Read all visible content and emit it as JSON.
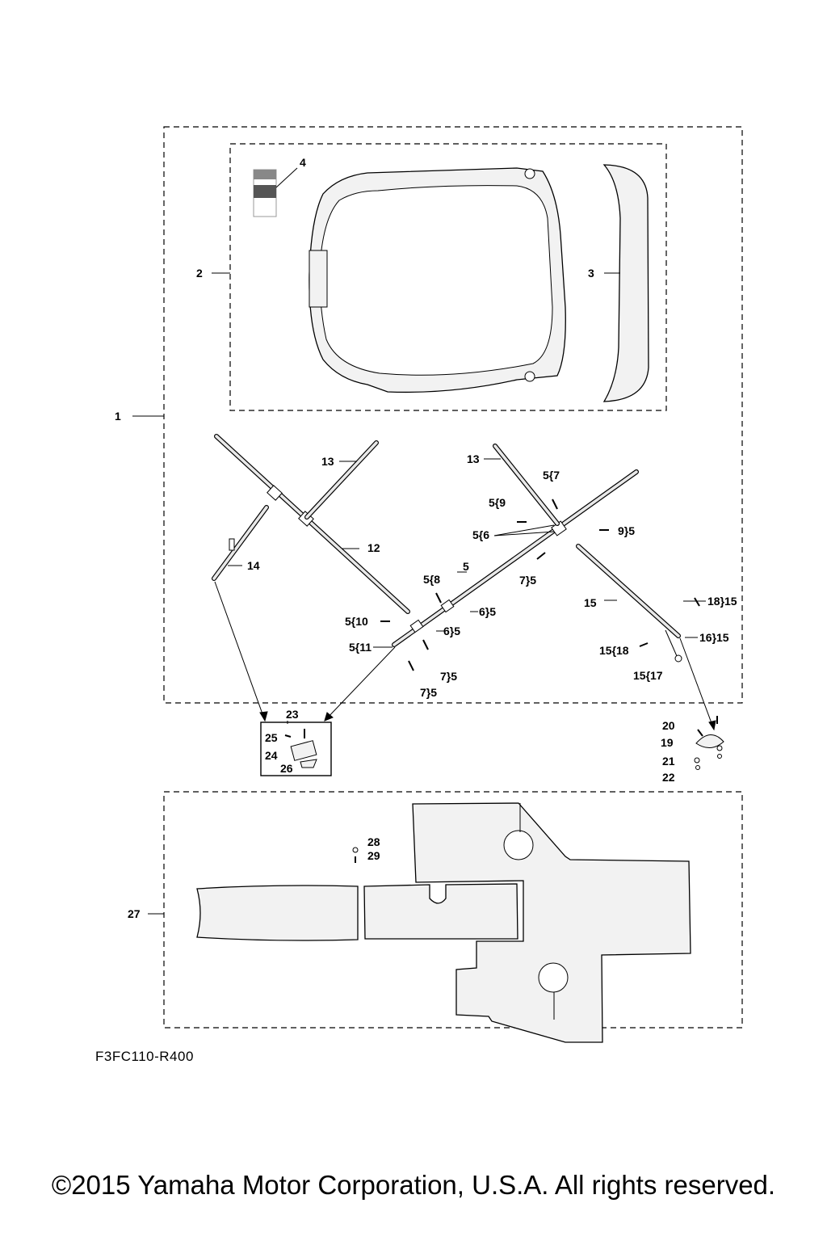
{
  "callouts": {
    "c1": "1",
    "c2": "2",
    "c3": "3",
    "c4": "4",
    "c5": "5",
    "c12": "12",
    "c13a": "13",
    "c13b": "13",
    "c14": "14",
    "c15": "15",
    "c5_7": "5{7",
    "c5_9": "5{9",
    "c5_6": "5{6",
    "c9_5": "9}5",
    "c7_5a": "7}5",
    "c5_8": "5{8",
    "c6_5a": "6}5",
    "c5_10": "5{10",
    "c6_5b": "6}5",
    "c5_11": "5{11",
    "c7_5b": "7}5",
    "c7_5c": "7}5",
    "c18_15": "18}15",
    "c16_15": "16}15",
    "c15_18": "15{18",
    "c15_17": "15{17",
    "c23": "23",
    "c25": "25",
    "c24": "24",
    "c26": "26",
    "c20": "20",
    "c19": "19",
    "c21": "21",
    "c22": "22",
    "c28": "28",
    "c29": "29",
    "c27": "27"
  },
  "figure_code": "F3FC110-R400",
  "copyright": "©2015 Yamaha Motor Corporation, U.S.A. All rights reserved."
}
